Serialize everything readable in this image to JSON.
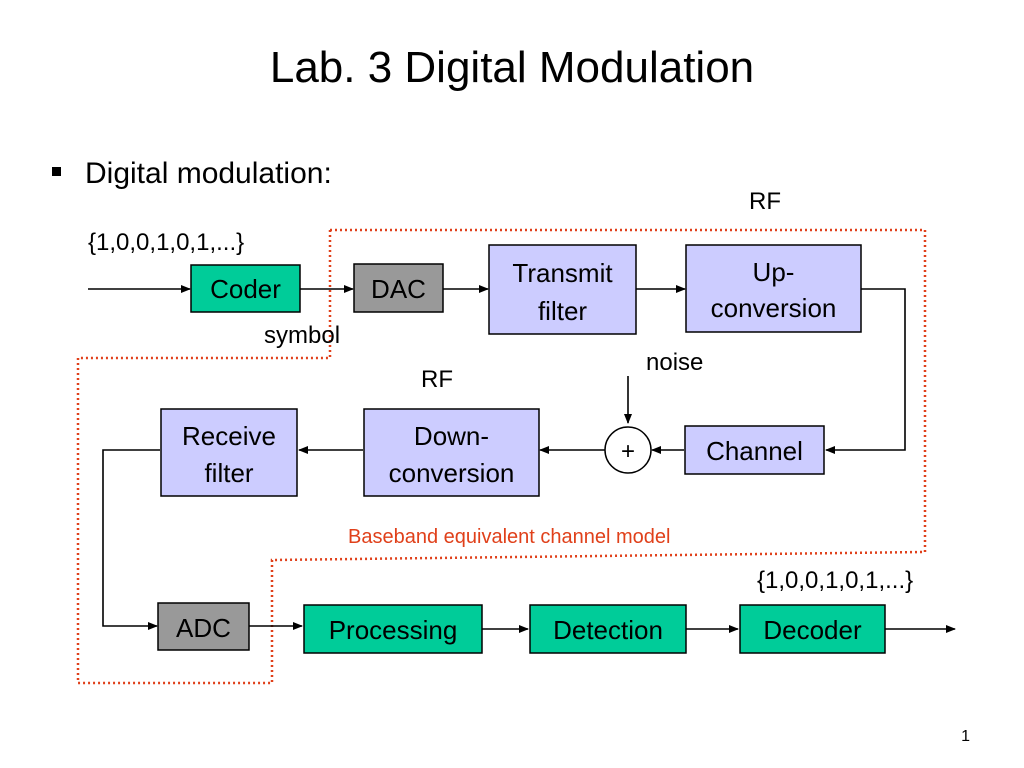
{
  "slide": {
    "title": "Lab. 3  Digital Modulation",
    "bullet": "Digital modulation:",
    "page_number": "1"
  },
  "colors": {
    "green_block": "#00cc99",
    "gray_block": "#999999",
    "blue_block": "#ccccff",
    "dotted_boundary": "#e0401a",
    "baseband_label": "#e0401a"
  },
  "diagram": {
    "labels": {
      "input_bits": "{1,0,0,1,0,1,...}",
      "output_bits": "{1,0,0,1,0,1,...}",
      "symbol": "symbol",
      "rf_top": "RF",
      "rf_mid": "RF",
      "noise": "noise",
      "adder": "+",
      "baseband": "Baseband equivalent channel model"
    },
    "blocks": {
      "coder": [
        "Coder"
      ],
      "dac": [
        "DAC"
      ],
      "transmit_filter": [
        "Transmit",
        "filter"
      ],
      "up_conversion": [
        "Up-",
        "conversion"
      ],
      "channel": [
        "Channel"
      ],
      "down_conversion": [
        "Down-",
        "conversion"
      ],
      "receive_filter": [
        "Receive",
        "filter"
      ],
      "adc": [
        "ADC"
      ],
      "processing": [
        "Processing"
      ],
      "detection": [
        "Detection"
      ],
      "decoder": [
        "Decoder"
      ]
    }
  }
}
